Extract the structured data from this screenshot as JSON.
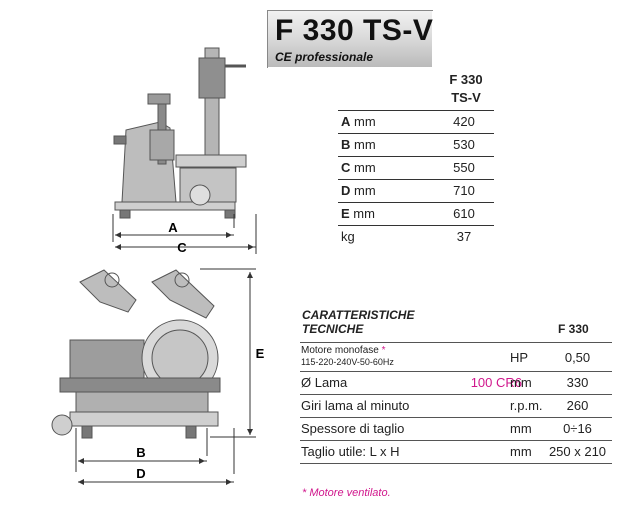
{
  "header": {
    "model": "F 330 TS-V",
    "subtitle": "CE professionale"
  },
  "dimensions": {
    "column_header_line1": "F 330",
    "column_header_line2": "TS-V",
    "rows": [
      {
        "letter": "A",
        "unit": " mm",
        "value": "420"
      },
      {
        "letter": "B",
        "unit": " mm",
        "value": "530"
      },
      {
        "letter": "C",
        "unit": " mm",
        "value": "550"
      },
      {
        "letter": "D",
        "unit": " mm",
        "value": "710"
      },
      {
        "letter": "E",
        "unit": " mm",
        "value": "610"
      },
      {
        "letter": "",
        "unit": "kg",
        "value": "37"
      }
    ]
  },
  "specs": {
    "title_line1": "CARATTERISTICHE",
    "title_line2": "TECNICHE",
    "column_header": "F 330",
    "motor_label": "Motore monofase",
    "motor_asterisk": "*",
    "motor_voltage": "115-220-240V-50-60Hz",
    "motor_unit": "HP",
    "motor_value": "0,50",
    "rows": [
      {
        "label": "Ø Lama",
        "highlight": "100 CR6",
        "unit": "mm",
        "value": "330"
      },
      {
        "label": "Giri lama al minuto",
        "highlight": "",
        "unit": "r.p.m.",
        "value": "260"
      },
      {
        "label": "Spessore di taglio",
        "highlight": "",
        "unit": "mm",
        "value": "0÷16"
      },
      {
        "label": "Taglio utile: L x H",
        "highlight": "",
        "unit": "mm",
        "value": "250 x 210"
      }
    ]
  },
  "note": "* Motore ventilato.",
  "drawing_labels": {
    "a": "A",
    "c": "C",
    "b": "B",
    "d": "D",
    "e": "E"
  },
  "colors": {
    "accent": "#d0178c",
    "line": "#333333"
  }
}
